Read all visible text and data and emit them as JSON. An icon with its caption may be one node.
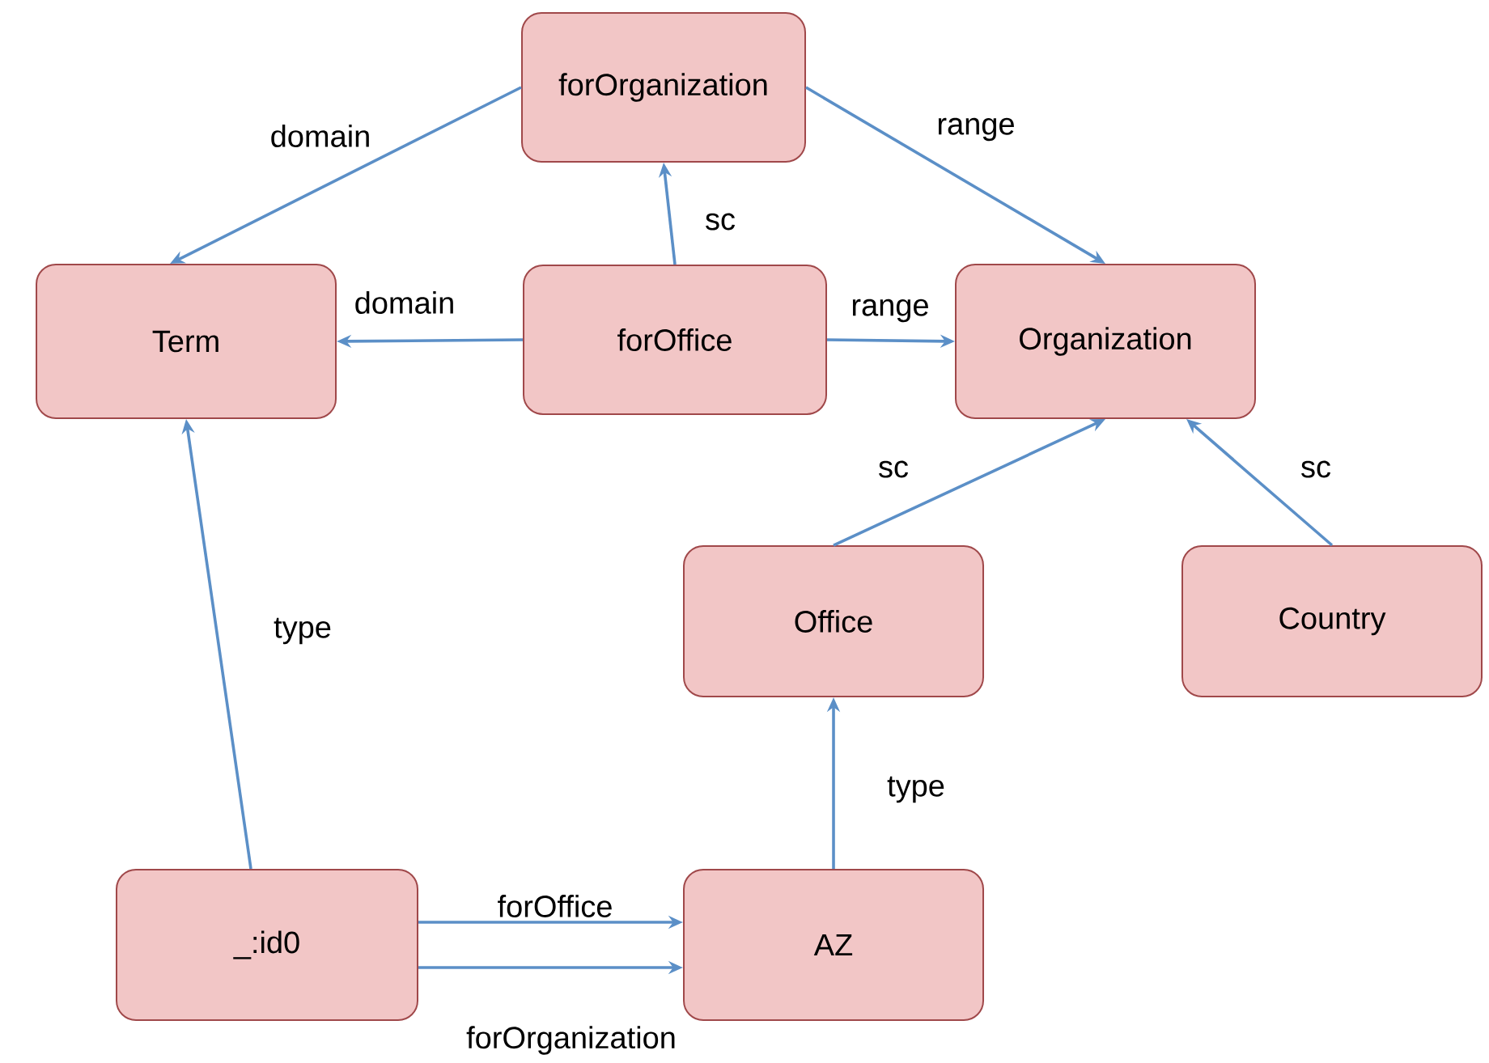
{
  "diagram": {
    "nodes": [
      {
        "text": [
          "forOrganization"
        ]
      },
      {
        "text": [
          "Term"
        ]
      },
      {
        "text": [
          "forOffice"
        ]
      },
      {
        "text": [
          "Organization"
        ]
      },
      {
        "text": [
          "Office"
        ]
      },
      {
        "text": [
          "Country"
        ]
      },
      {
        "text": [
          "_:id0"
        ]
      },
      {
        "text": [
          "AZ"
        ]
      }
    ],
    "edges": [
      {
        "from": 0,
        "to": 1,
        "arrow": "to",
        "label": "domain"
      },
      {
        "from": 0,
        "to": 3,
        "arrow": "to",
        "label": "range"
      },
      {
        "from": 2,
        "to": 0,
        "arrow": "to",
        "label": "sc"
      },
      {
        "from": 2,
        "to": 1,
        "arrow": "to",
        "label": "domain"
      },
      {
        "from": 2,
        "to": 3,
        "arrow": "to",
        "label": "range"
      },
      {
        "from": 4,
        "to": 3,
        "arrow": "to",
        "label": "sc"
      },
      {
        "from": 5,
        "to": 3,
        "arrow": "to",
        "label": "sc"
      },
      {
        "from": 6,
        "to": 1,
        "arrow": "to",
        "label": "type"
      },
      {
        "from": 7,
        "to": 4,
        "arrow": "to",
        "label": "type"
      },
      {
        "from": 6,
        "to": 7,
        "arrow": "to",
        "label": "forOffice"
      },
      {
        "from": 6,
        "to": 7,
        "arrow": "to",
        "label": "forOrganization"
      }
    ]
  }
}
